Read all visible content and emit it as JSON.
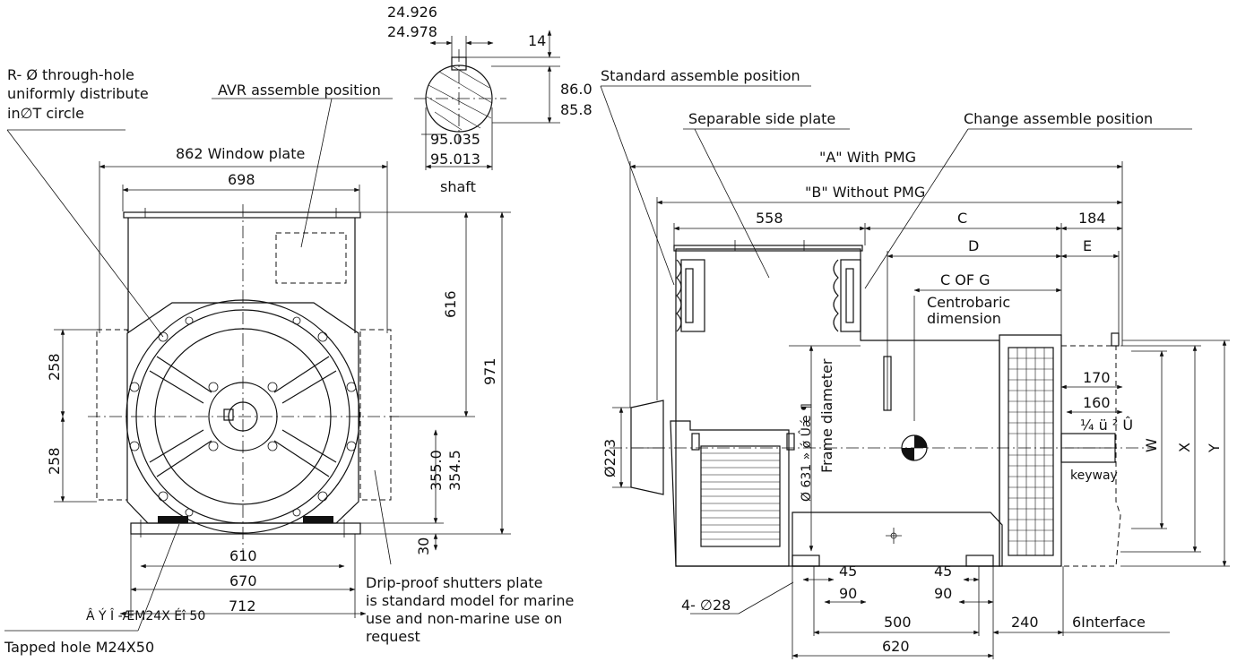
{
  "shaft": {
    "dim_a1": "24.926",
    "dim_a2": "24.978",
    "dim_key": "14",
    "dim_h1": "86.0",
    "dim_h2": "85.8",
    "dim_d1": "95.035",
    "dim_d2": "95.013",
    "label": "shaft"
  },
  "front": {
    "hole_note_1": "R- Ø through-hole",
    "hole_note_2": "uniformly distribute",
    "hole_note_3": "in∅T circle",
    "avr": "AVR assemble position",
    "window": "862  Window plate",
    "d698": "698",
    "d616": "616",
    "d971": "971",
    "d258a": "258",
    "d258b": "258",
    "d355": "355.0",
    "d354": "354.5",
    "d30": "30",
    "d610": "610",
    "d670": "670",
    "d712": "712",
    "garbled": "Â Ý Î -ÆM24X Éî 50",
    "tapped": "Tapped hole M24X50",
    "drip_1": "Drip-proof shutters plate",
    "drip_2": "is standard model for marine",
    "drip_3": "use and non-marine use on",
    "drip_4": "request"
  },
  "side": {
    "standard": "Standard assemble position",
    "separable": "Separable side plate",
    "change": "Change assemble position",
    "dimA": "\"A\" With PMG",
    "dimB": "\"B\" Without PMG",
    "d558": "558",
    "dC": "C",
    "d184": "184",
    "dD": "D",
    "dE": "E",
    "cofg": "C OF G",
    "centro1": "Centrobaric",
    "centro2": "dimension",
    "frame": "Frame diameter",
    "frame_garbled": "Ø 631 » ǿ Ûǽ ¶",
    "d223": "Ø223",
    "d170": "170",
    "d160": "160",
    "garbled2": "¼  ü  ²  Û",
    "keyway": "keyway",
    "W": "W",
    "X": "X",
    "Y": "Y",
    "holes": "4- ∅28",
    "d45a": "45",
    "d90a": "90",
    "d45b": "45",
    "d90b": "90",
    "d500": "500",
    "d240": "240",
    "interface": "6Interface",
    "d620": "620"
  }
}
